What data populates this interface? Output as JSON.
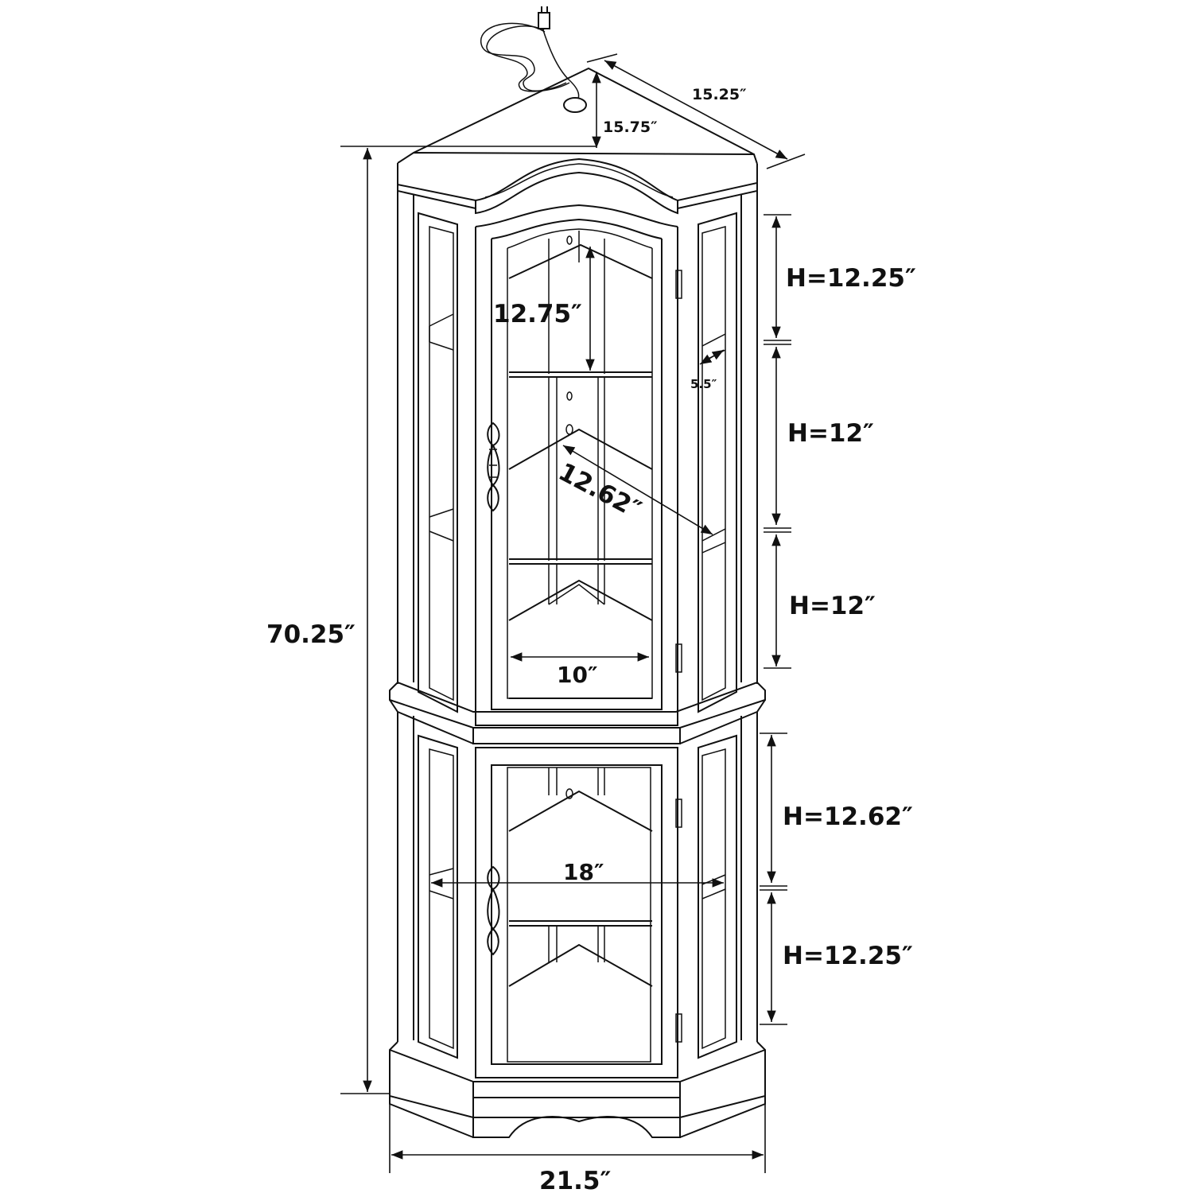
{
  "dimensions": {
    "overall_height": "70.25″",
    "bottom_width": "21.5″",
    "top_side_depth": "15.25″",
    "top_front_depth": "15.75″",
    "upper_shelf_height": "12.75″",
    "shelf_diagonal": "12.62″",
    "shelf_front_width": "10″",
    "lower_inner_width": "18″",
    "side_shelf_depth": "5.5″",
    "upper_section_1": "H=12.25″",
    "upper_section_2": "H=12″",
    "upper_section_3": "H=12″",
    "lower_section_1": "H=12.62″",
    "lower_section_2": "H=12.25″"
  },
  "icons": {
    "power_cord": "power-cord-icon",
    "door_handle": "door-handle-icon"
  }
}
